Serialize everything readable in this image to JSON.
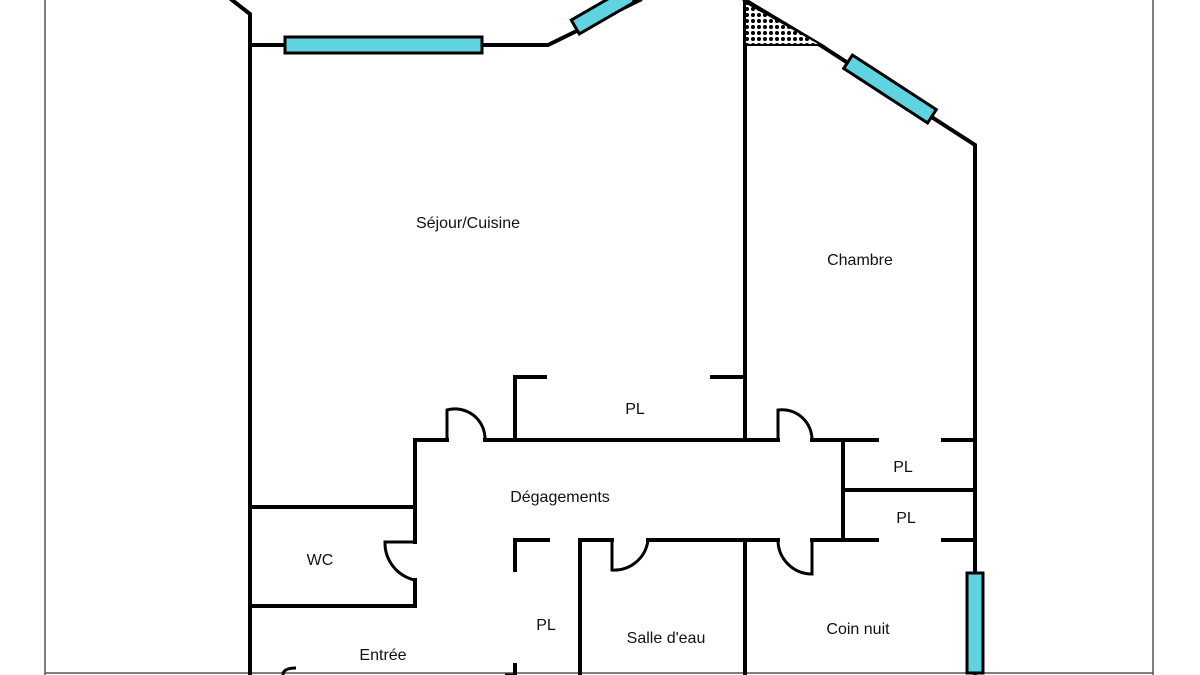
{
  "rooms": {
    "sejour": "Séjour/Cuisine",
    "chambre": "Chambre",
    "pl_top": "PL",
    "degagements": "Dégagements",
    "pl_right_upper": "PL",
    "pl_right_lower": "PL",
    "wc": "WC",
    "pl_entree": "PL",
    "salle_eau": "Salle d'eau",
    "coin_nuit": "Coin nuit",
    "entree": "Entrée"
  },
  "colors": {
    "window_fill": "#5fd3df",
    "wall": "#000000",
    "frame_border": "#555555"
  },
  "icons": [
    "window-icon",
    "door-swing-icon",
    "hatched-duct-icon"
  ]
}
